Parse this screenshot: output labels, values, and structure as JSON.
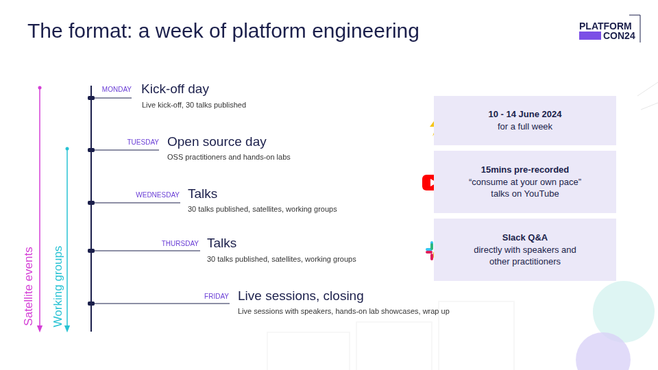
{
  "diagram": {
    "title": "The format: a week of platform engineering",
    "nodes": [
      {
        "text": [
          "10 - 14 June 2024",
          "for a full week"
        ]
      },
      {
        "text": [
          "15mins pre-recorded",
          "“consume at your own pace” talks on YouTube"
        ]
      },
      {
        "text": [
          "Slack Q&A",
          "directly with speakers and other practitioners"
        ]
      }
    ],
    "labels": [
      "PLATFORM",
      "CON24",
      "MONDAY",
      "Kick-off day",
      "Live kick-off, 30 talks published",
      "TUESDAY",
      "Open source day",
      "OSS practitioners and hands-on labs",
      "WEDNESDAY",
      "Talks",
      "30 talks published, satellites, working groups",
      "THURSDAY",
      "Talks",
      "30 talks published, satellites, working groups",
      "FRIDAY",
      "Live sessions, closing",
      "Live sessions with speakers, hands-on lab showcases, wrap up",
      "Satellite events",
      "Working groups"
    ]
  }
}
